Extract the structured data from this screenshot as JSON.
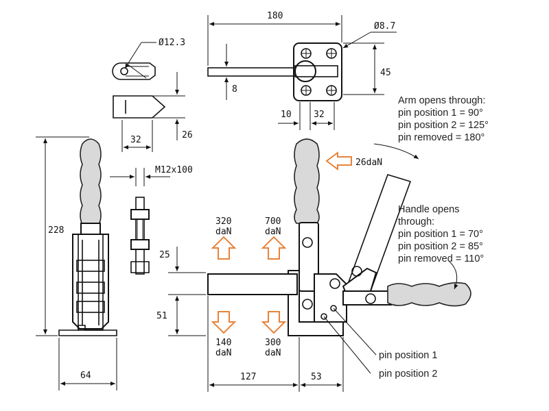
{
  "dimensions": {
    "d180": "180",
    "d_dia87": "Ø8.7",
    "d_dia123": "Ø12.3",
    "d45": "45",
    "d8": "8",
    "d10": "10",
    "d32_top": "32",
    "d26": "26",
    "d32_side": "32",
    "d_m12": "M12x100",
    "d228": "228",
    "d25": "25",
    "d51": "51",
    "d64": "64",
    "d127": "127",
    "d53": "53"
  },
  "forces": {
    "f320": "320",
    "f700": "700",
    "f140": "140",
    "f300": "300",
    "unit": "daN",
    "f26": "26daN"
  },
  "notes": {
    "arm": [
      "Arm opens through:",
      "pin position 1 = 90°",
      "pin position 2 = 125°",
      "pin removed  = 180°"
    ],
    "handle": [
      "Handle opens",
      "through:",
      "pin position 1 = 70°",
      "pin position 2 = 85°",
      "pin removed  = 110°"
    ],
    "pin1": "pin position 1",
    "pin2": "pin position 2"
  },
  "colors": {
    "force_arrow": "#e8823a",
    "line": "#111111"
  }
}
